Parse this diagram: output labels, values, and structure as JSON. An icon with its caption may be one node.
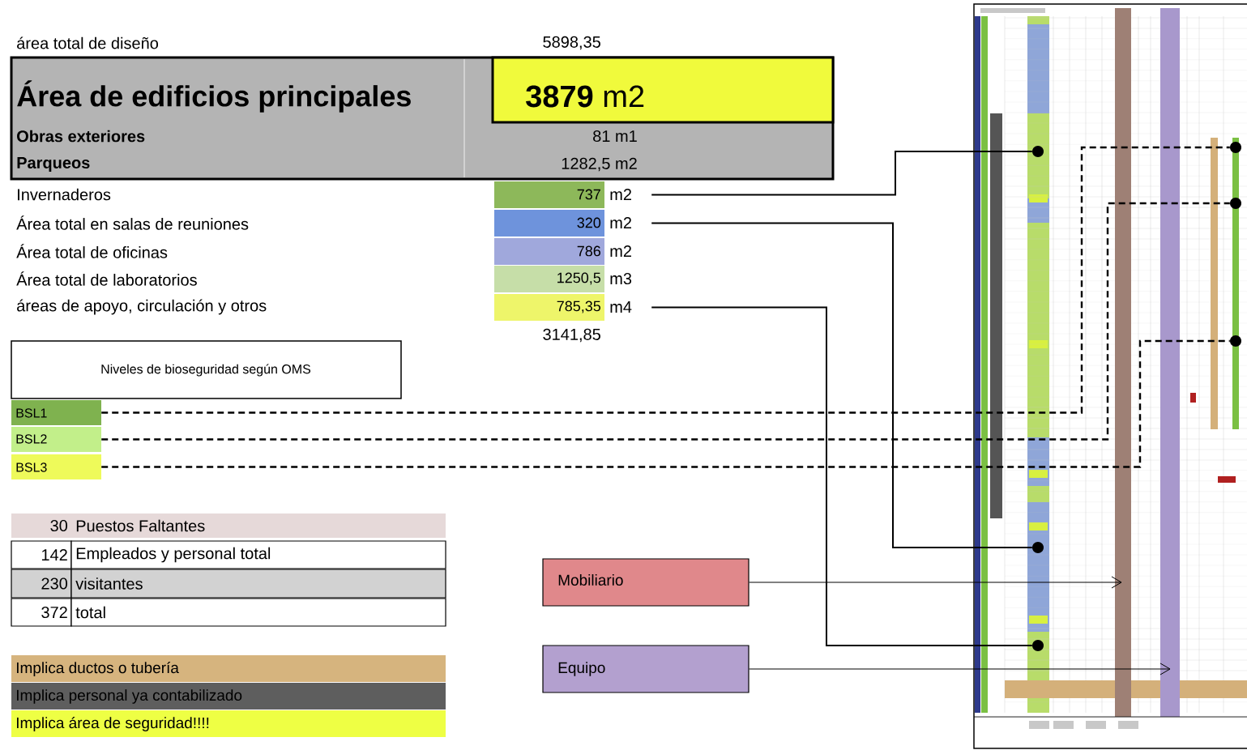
{
  "diagram": {
    "nodes": [
      {
        "text": [
          "Área de edificios principales",
          "Obras exteriores",
          "Parqueos",
          "81 m1",
          "1282,5 m2"
        ]
      },
      {
        "text": [
          "**3879** m2"
        ],
        "in": 0
      },
      {
        "text": [
          "737"
        ],
        "beside": [
          "m2"
        ]
      },
      {
        "text": [
          "320"
        ],
        "beside": [
          "m2"
        ]
      },
      {
        "text": [
          "786"
        ],
        "beside": [
          "m2"
        ]
      },
      {
        "text": [
          "1250,5"
        ],
        "beside": [
          "m3"
        ]
      },
      {
        "text": [
          "785,35"
        ],
        "beside": [
          "m4"
        ]
      },
      {
        "text": [
          "Niveles de bioseguridad según OMS"
        ]
      },
      {
        "text": [
          "BSL1"
        ]
      },
      {
        "text": [
          "BSL2"
        ]
      },
      {
        "text": [
          "BSL3"
        ]
      },
      {
        "text": [
          "Mobiliario"
        ]
      },
      {
        "text": [
          "Equipo"
        ]
      },
      {
        "text": [],
        "shape": "picture"
      },
      {
        "text": [],
        "shape": "circle",
        "in": 13
      },
      {
        "text": [],
        "shape": "circle",
        "in": 13
      },
      {
        "text": [],
        "shape": "circle",
        "in": 13
      },
      {
        "text": [],
        "shape": "circle",
        "in": 13
      },
      {
        "text": [],
        "shape": "circle",
        "in": 13
      },
      {
        "text": [],
        "shape": "circle",
        "in": 13
      }
    ],
    "edges": [
      {
        "from": 2,
        "to": 14,
        "arrow": "none"
      },
      {
        "from": 3,
        "to": 15,
        "arrow": "none"
      },
      {
        "from": 6,
        "to": 16,
        "arrow": "none"
      },
      {
        "from": 8,
        "to": 17,
        "arrow": "none",
        "style": "dashed"
      },
      {
        "from": 9,
        "to": 18,
        "arrow": "none",
        "style": "dashed"
      },
      {
        "from": 10,
        "to": 19,
        "arrow": "none",
        "style": "dashed"
      },
      {
        "from": 11,
        "to": null,
        "arrow": "to"
      },
      {
        "from": 12,
        "to": null,
        "arrow": "to"
      }
    ],
    "labels": [
      "área total de diseño",
      "5898,35",
      "Invernaderos",
      "Área total en salas de reuniones",
      "Área total de oficinas",
      "Área total de laboratorios",
      "áreas de apoyo, circulación y otros",
      "3141,85",
      "30",
      "Puestos Faltantes",
      "142",
      "Empleados y personal total",
      "230",
      "visitantes",
      "372",
      "total"
    ],
    "legend": [
      {
        "text": "Implica ductos o tubería",
        "color": "#d6b47e"
      },
      {
        "text": "Implica personal ya contabilizado",
        "color": "#5e5e5e"
      },
      {
        "text": "Implica área de seguridad!!!!",
        "color": "#eeff44"
      }
    ]
  }
}
